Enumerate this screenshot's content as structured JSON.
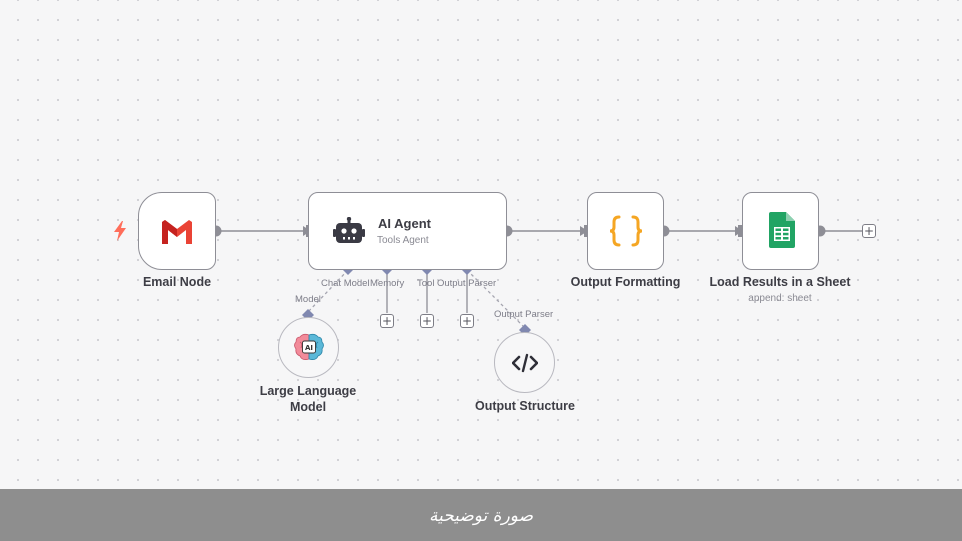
{
  "nodes": {
    "email": {
      "label": "Email Node",
      "icon": "gmail-icon",
      "trigger_icon": "lightning-bolt-icon"
    },
    "agent": {
      "title": "AI Agent",
      "subtitle": "Tools Agent",
      "icon": "robot-icon"
    },
    "formatting": {
      "label": "Output Formatting",
      "icon": "curly-braces-icon"
    },
    "sheet": {
      "label": "Load Results in a Sheet",
      "sublabel": "append: sheet",
      "icon": "google-sheets-icon"
    },
    "llm": {
      "label_line1": "Large Language",
      "label_line2": "Model",
      "port_label": "Model",
      "icon": "ai-brain-icon"
    },
    "output_structure": {
      "label": "Output Structure",
      "port_label": "Output Parser",
      "icon": "code-icon"
    }
  },
  "agent_ports": {
    "chat_model": "Chat Model",
    "memory": "Memory",
    "tool": "Tool",
    "output_parser": "Output Parser"
  },
  "footer": {
    "caption": "صورة توضيحية"
  },
  "colors": {
    "canvas": "#f6f6f7",
    "node_border": "#8e8e96",
    "gmail_red": "#ea4335",
    "trigger_orange": "#ff6d5a",
    "braces_orange": "#f5a623",
    "sheets_green": "#21a464",
    "port_diamond": "#8088b0"
  }
}
